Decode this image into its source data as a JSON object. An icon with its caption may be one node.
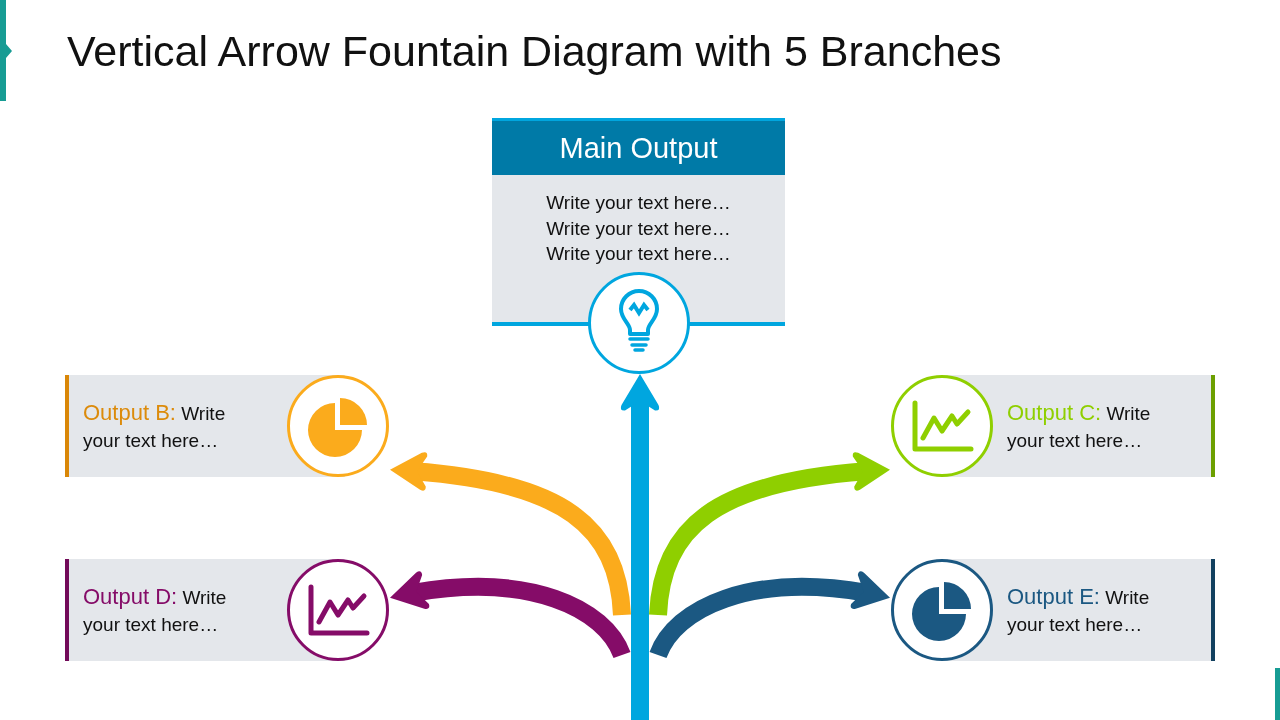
{
  "diagram": {
    "title": "Vertical Arrow Fountain Diagram with 5 Branches",
    "nodes": [
      {
        "text": [
          "Main Output",
          "Write your text here…",
          "Write your text here…",
          "Write your text here…"
        ]
      },
      {
        "text": [
          "Output B:",
          "Write your text here…"
        ]
      },
      {
        "text": [
          "Output C:",
          "Write your text here…"
        ]
      },
      {
        "text": [
          "Output D:",
          "Write your text here…"
        ]
      },
      {
        "text": [
          "Output E:",
          "Write your text here…"
        ]
      }
    ],
    "edges": [
      {
        "from": null,
        "to": 0,
        "arrow": "to",
        "color": "#00a6df"
      },
      {
        "from": null,
        "to": 1,
        "arrow": "to",
        "color": "#fbab1c"
      },
      {
        "from": null,
        "to": 2,
        "arrow": "to",
        "color": "#8fcf00"
      },
      {
        "from": null,
        "to": 3,
        "arrow": "to",
        "color": "#850c68"
      },
      {
        "from": null,
        "to": 4,
        "arrow": "to",
        "color": "#1b5882"
      }
    ]
  }
}
